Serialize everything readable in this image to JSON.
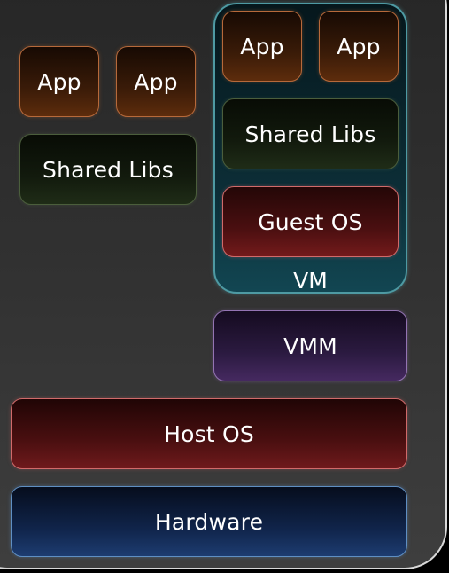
{
  "host_side": {
    "apps": [
      "App",
      "App"
    ],
    "shared_libs": "Shared Libs"
  },
  "vm": {
    "label": "VM",
    "apps": [
      "App",
      "App"
    ],
    "shared_libs": "Shared Libs",
    "guest_os": "Guest OS"
  },
  "vmm": "VMM",
  "host_os": "Host OS",
  "hardware": "Hardware",
  "colors": {
    "app": "#5d2c0c",
    "shared_libs": "#1f2c17",
    "guest_os": "#731a1b",
    "vm": "#124652",
    "vmm": "#45295f",
    "host_os": "#6f1a1c",
    "hardware": "#1d3c70"
  }
}
